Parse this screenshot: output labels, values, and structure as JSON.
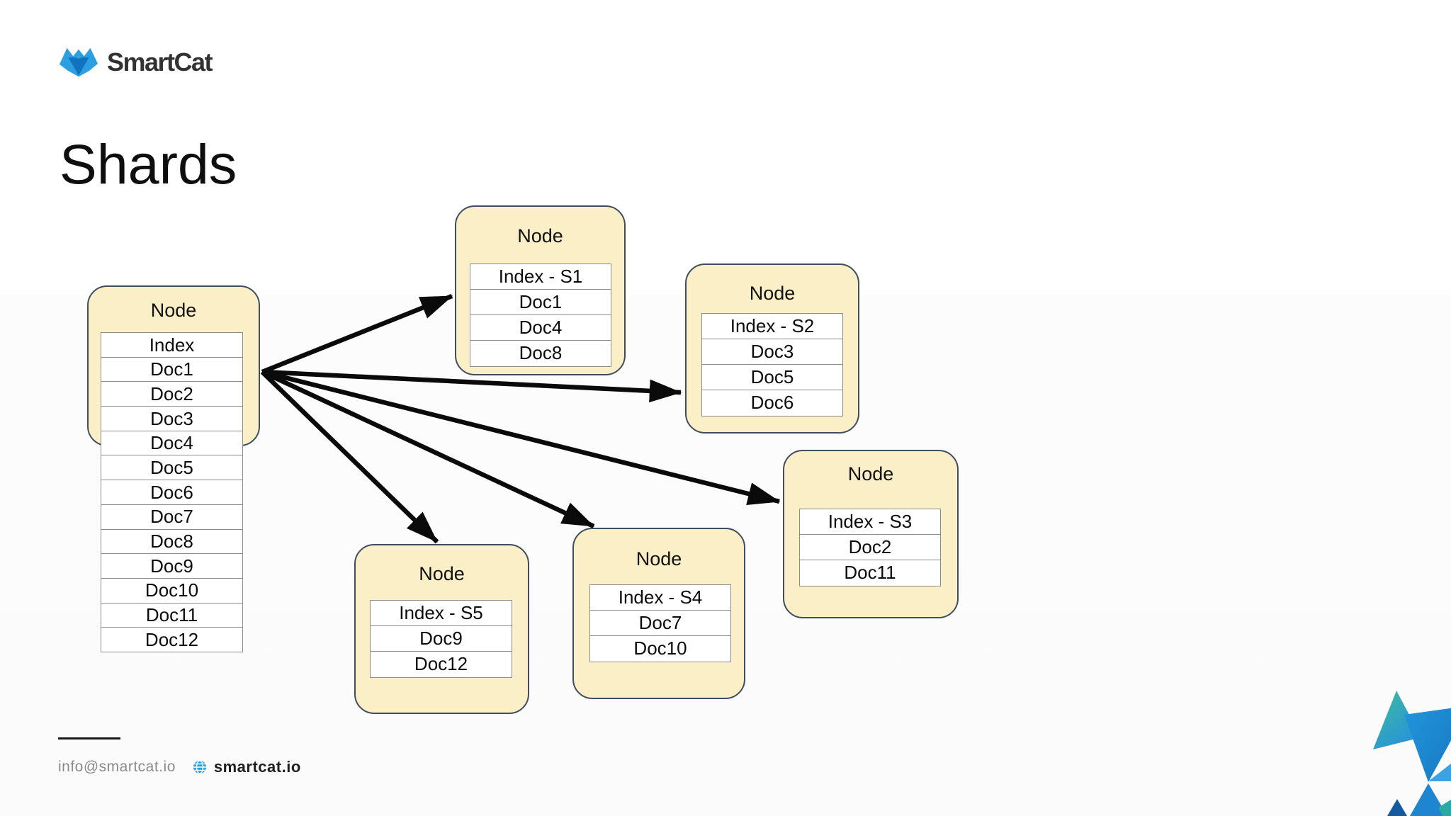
{
  "brand": {
    "logo_text": "SmartCat"
  },
  "title": "Shards",
  "nodes": {
    "source": {
      "title": "Node",
      "rows": [
        "Index",
        "Doc1",
        "Doc2",
        "Doc3",
        "Doc4",
        "Doc5",
        "Doc6",
        "Doc7",
        "Doc8",
        "Doc9",
        "Doc10",
        "Doc11",
        "Doc12"
      ]
    },
    "s1": {
      "title": "Node",
      "rows": [
        "Index - S1",
        "Doc1",
        "Doc4",
        "Doc8"
      ]
    },
    "s2": {
      "title": "Node",
      "rows": [
        "Index - S2",
        "Doc3",
        "Doc5",
        "Doc6"
      ]
    },
    "s3": {
      "title": "Node",
      "rows": [
        "Index - S3",
        "Doc2",
        "Doc11"
      ]
    },
    "s4": {
      "title": "Node",
      "rows": [
        "Index - S4",
        "Doc7",
        "Doc10"
      ]
    },
    "s5": {
      "title": "Node",
      "rows": [
        "Index - S5",
        "Doc9",
        "Doc12"
      ]
    }
  },
  "edges": [
    {
      "from": "node-source",
      "to": "node-s1"
    },
    {
      "from": "node-source",
      "to": "node-s2"
    },
    {
      "from": "node-source",
      "to": "node-s3"
    },
    {
      "from": "node-source",
      "to": "node-s4"
    },
    {
      "from": "node-source",
      "to": "node-s5"
    }
  ],
  "footer": {
    "email": "info@smartcat.io",
    "website": "smartcat.io"
  },
  "icons": {
    "logo": "smartcat-cat-icon",
    "globe": "globe-icon"
  },
  "colors": {
    "node_fill": "#FBEFC8",
    "node_border": "#3F4D5E",
    "cell_border": "#8C8C8C",
    "arrow": "#0A0A0A",
    "brand_blue": "#2B9FE0",
    "brand_dark_blue": "#1272BD",
    "title_text": "#0E0E0E",
    "footer_gray": "#8A8A8A"
  }
}
